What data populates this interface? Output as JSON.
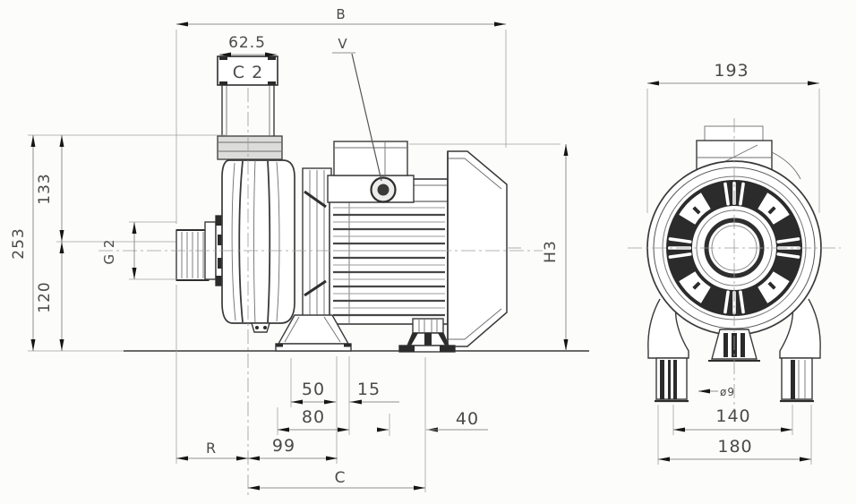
{
  "drawing_title": "Centrifugal pump outline dimension drawing, side view and front view",
  "colors": {
    "background": "#fcfcfa",
    "geometry_line": "#3a3a3a",
    "dimension_line": "#8f8f8f",
    "arrowhead": "#161616",
    "text": "#4a4a4a",
    "flange_shade": "#dcdcda",
    "dark_fill": "#2b2b2b"
  },
  "side_view": {
    "labels": {
      "overall_length": "B",
      "vent_plug": "V",
      "discharge_width": "62.5",
      "discharge_port": "C 2",
      "suction_port": "G 2",
      "total_height": "253",
      "upper_height": "133",
      "axis_height": "120",
      "motor_height": "H3",
      "foot_slot": "50",
      "foot_edge": "15",
      "foot_plate": "80",
      "motor_foot": "40",
      "suction_offset": "R",
      "foot_offset": "99",
      "foot_span": "C"
    }
  },
  "front_view": {
    "labels": {
      "overall_width": "193",
      "bolt_spacing": "140",
      "base_width": "180",
      "bolt_hole": "ø9"
    }
  }
}
